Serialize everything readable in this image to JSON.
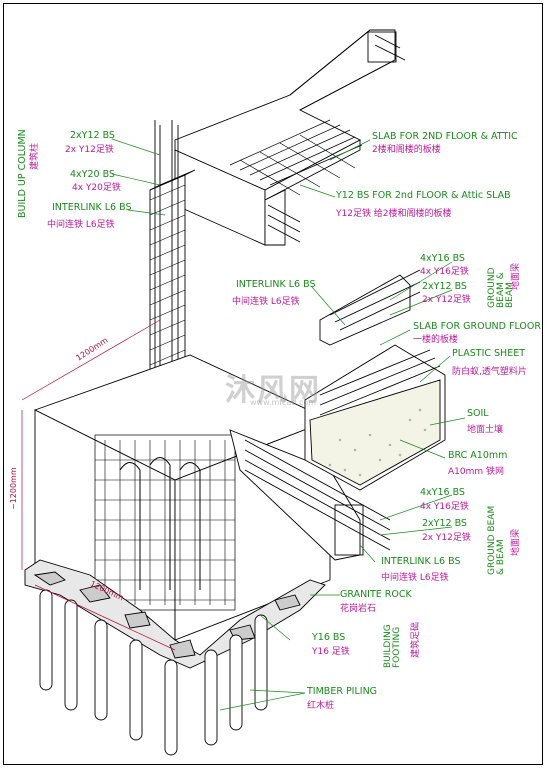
{
  "labels": {
    "build_up_column_en": "BUILD UP COLUMN",
    "build_up_column_cn": "建筑柱",
    "col_2xy12_en": "2xY12 BS",
    "col_2xy12_cn": "2x Y12足铁",
    "col_4xy20_en": "4xY20 BS",
    "col_4xy20_cn": "4x Y20足铁",
    "col_interlink_en": "INTERLINK L6 BS",
    "col_interlink_cn": "中间连铁 L6足铁",
    "slab2_en": "SLAB FOR 2ND FLOOR & ATTIC",
    "slab2_cn": "2楼和阁楼的板楼",
    "y12_slab_en": "Y12 BS FOR 2nd FLOOR & Attic SLAB",
    "y12_slab_cn": "Y12足铁 给2楼和阁楼的板楼",
    "beam_interlink_en": "INTERLINK L6 BS",
    "beam_interlink_cn": "中间连铁 L6足铁",
    "gb1_4xy16_en": "4xY16 BS",
    "gb1_4xy16_cn": "4x Y16足铁",
    "gb1_2xy12_en": "2xY12 BS",
    "gb1_2xy12_cn": "2x Y12足铁",
    "ground_beam_en": "GROUND BEAM & BEAM",
    "ground_beam_cn": "地面梁",
    "slab_ground_en": "SLAB FOR GROUND FLOOR",
    "slab_ground_cn": "一楼的板楼",
    "plastic_en": "PLASTIC SHEET",
    "plastic_cn": "防白蚁,透气塑料片",
    "soil_en": "SOIL",
    "soil_cn": "地面土壤",
    "brc_en": "BRC A10mm",
    "brc_cn": "A10mm 铁网",
    "gb2_4xy16_en": "4xY16 BS",
    "gb2_4xy16_cn": "4x Y16足铁",
    "gb2_2xy12_en": "2xY12 BS",
    "gb2_2xy12_cn": "2x Y12足铁",
    "gb2_interlink_en": "INTERLINK L6 BS",
    "gb2_interlink_cn": "中间连铁 L6足铁",
    "ground_beam2_en": "GROUND BEAM & BEAM",
    "ground_beam2_cn": "地面梁",
    "granite_en": "GRANITE ROCK",
    "granite_cn": "花岗岩石",
    "y16_en": "Y16 BS",
    "y16_cn": "Y16 足铁",
    "building_footing_en": "BUILDING FOOTING",
    "building_footing_cn": "建筑足础",
    "timber_en": "TIMBER PILING",
    "timber_cn": "红木桩",
    "dim_top": "1200mm",
    "dim_left": "~1200mm",
    "dim_bottom": "1200mm"
  },
  "watermark": {
    "brand": "沐风网",
    "url": "www.mfcad.com"
  },
  "colors": {
    "label_english": "#1a8a1a",
    "label_chinese": "#c0189a",
    "linework": "#000000",
    "dimension": "#b3123a"
  }
}
